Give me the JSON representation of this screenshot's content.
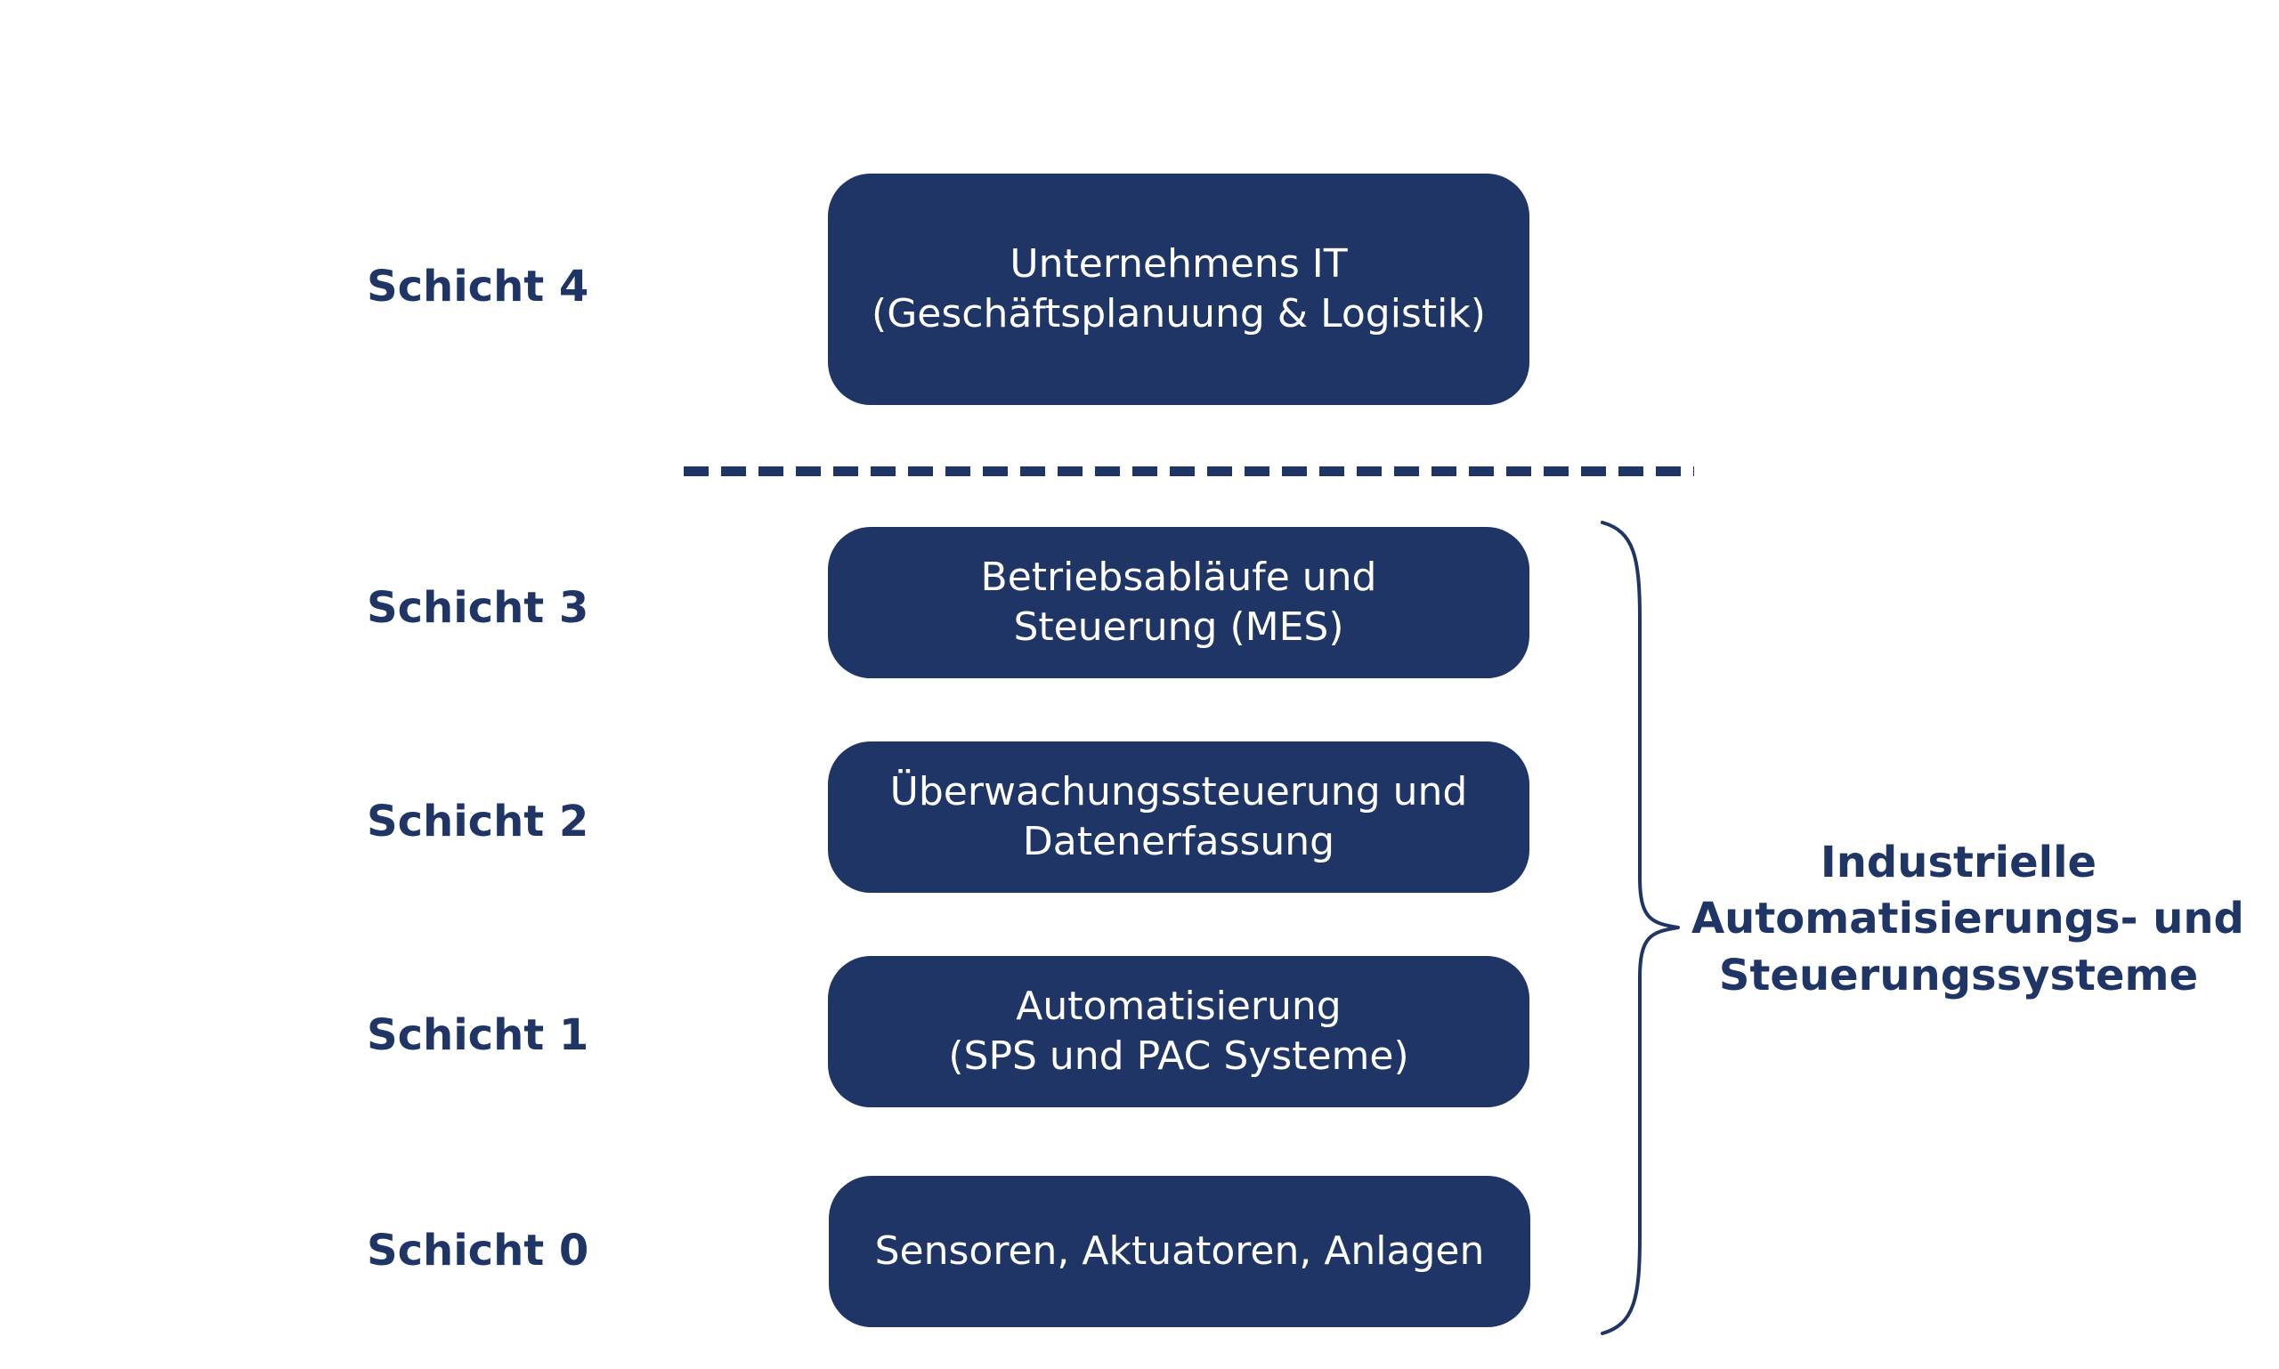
{
  "colors": {
    "primary": "#1f3566",
    "box_text": "#ffffff",
    "background": "#ffffff"
  },
  "layers": [
    {
      "label": "Schicht 4",
      "lines": [
        "Unternehmens IT",
        "(Geschäftsplanuung & Logistik)"
      ]
    },
    {
      "label": "Schicht 3",
      "lines": [
        "Betriebsabläufe und",
        "Steuerung (MES)"
      ]
    },
    {
      "label": "Schicht 2",
      "lines": [
        "Überwachungssteuerung und",
        "Datenerfassung"
      ]
    },
    {
      "label": "Schicht 1",
      "lines": [
        "Automatisierung",
        "(SPS und PAC Systeme)"
      ]
    },
    {
      "label": "Schicht 0",
      "lines": [
        "Sensoren, Aktuatoren, Anlagen"
      ]
    }
  ],
  "group_label": {
    "lines": [
      "Industrielle",
      "Automatisierungs- und",
      "Steuerungssysteme"
    ]
  }
}
